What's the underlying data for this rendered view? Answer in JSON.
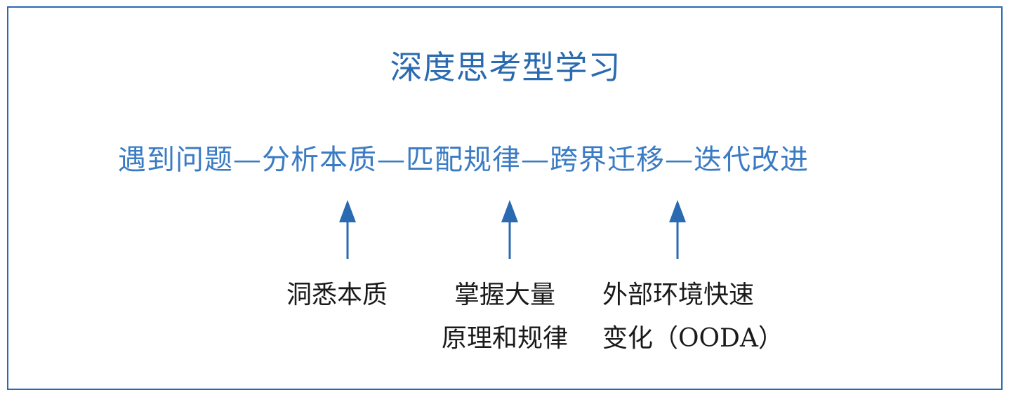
{
  "title": "深度思考型学习",
  "flow": "遇到问题—分析本质—匹配规律—跨界迁移—迭代改进",
  "labels": [
    {
      "lines": [
        "洞悉本质"
      ]
    },
    {
      "lines": [
        "掌握大量",
        "原理和规律"
      ]
    },
    {
      "lines": [
        "外部环境快速",
        "变化（OODA）"
      ]
    }
  ],
  "colors": {
    "border": "#2a6ab0",
    "title": "#2a6ab0",
    "flow": "#3a7bc4",
    "arrow": "#2a6ab0",
    "label": "#1a1a1a"
  },
  "icons": [
    "arrow-up-icon"
  ]
}
